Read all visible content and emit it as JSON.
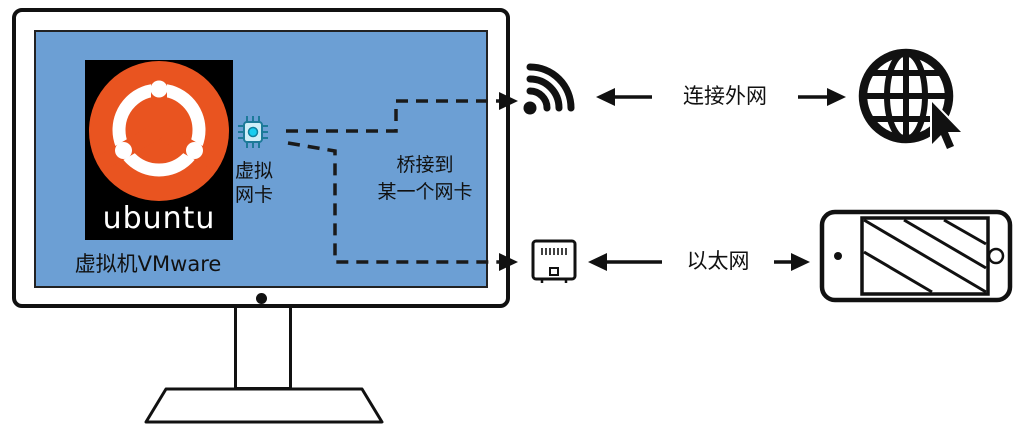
{
  "colors": {
    "screen_blue": "#6C9FD4",
    "ubuntu_orange": "#E95420",
    "line_black": "#111111",
    "nic_teal": "#25B7DC"
  },
  "monitor": {
    "vm_label": "虚拟机VMware",
    "ubuntu_wordmark": "ubuntu"
  },
  "virtual_nic": {
    "label_line1": "虚拟",
    "label_line2": "网卡"
  },
  "bridge_note": {
    "line1": "桥接到",
    "line2": "某一个网卡"
  },
  "links": {
    "wifi_to_internet_label": "连接外网",
    "ethernet_to_device_label": "以太网"
  },
  "icons": {
    "wifi": "wifi-icon",
    "ethernet_port": "ethernet-port-icon",
    "internet_globe": "internet-globe-icon",
    "tablet_device": "tablet-device-icon",
    "ubuntu_logo": "ubuntu-logo",
    "virtual_nic_chip": "virtual-nic-chip-icon"
  }
}
